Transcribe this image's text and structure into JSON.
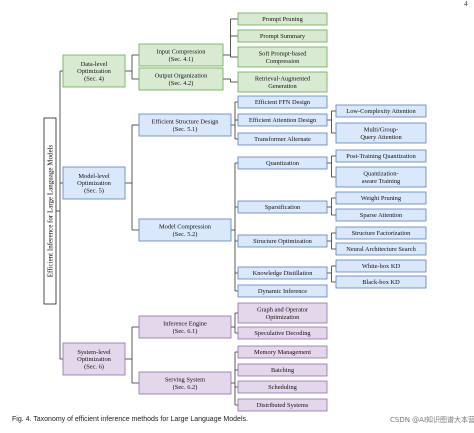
{
  "page_number": "4",
  "caption": "Fig. 4. Taxonomy of efficient inference methods for Large Language Models.",
  "watermark": "CSDN @AI知识图谱大本营",
  "colors": {
    "green_fill": "#d9ead3",
    "green_stroke": "#6aa84f",
    "blue_fill": "#dae8fc",
    "blue_stroke": "#5b7fba",
    "purple_fill": "#e4d7ec",
    "purple_stroke": "#8e6fa8",
    "line": "#333333"
  },
  "diagram": {
    "root": "Efficient Inference for Large Language Models",
    "nodes": {
      "data_level": [
        "Data-level",
        "Optimization",
        "(Sec. 4)"
      ],
      "model_level": [
        "Model-level",
        "Optimization",
        "(Sec. 5)"
      ],
      "system_level": [
        "System-level",
        "Optimization",
        "(Sec. 6)"
      ],
      "input_compression": [
        "Input Compression",
        "(Sec. 4.1)"
      ],
      "output_organization": [
        "Output Organization",
        "(Sec. 4.2)"
      ],
      "prompt_pruning": [
        "Prompt Pruning"
      ],
      "prompt_summary": [
        "Prompt Summary"
      ],
      "soft_prompt": [
        "Soft Prompt-based",
        "Compression"
      ],
      "retrieval_augmented": [
        "Retrieval-Augmented",
        "Generation"
      ],
      "efficient_structure": [
        "Efficient Structure Design",
        "(Sec. 5.1)"
      ],
      "model_compression": [
        "Model Compression",
        "(Sec. 5.2)"
      ],
      "efficient_ffn": [
        "Efficient FFN Design"
      ],
      "efficient_attention": [
        "Efficient Attention Design"
      ],
      "transformer_alternate": [
        "Transformer Alternate"
      ],
      "low_complexity_attention": [
        "Low-Complexity Attention"
      ],
      "multi_group_query": [
        "Multi/Group-",
        "Query Attention"
      ],
      "quantization": [
        "Quantization"
      ],
      "sparsification": [
        "Sparsification"
      ],
      "structure_optimization": [
        "Structure Optimization"
      ],
      "knowledge_distillation": [
        "Knowledge Distillation"
      ],
      "dynamic_inference": [
        "Dynamic Inference"
      ],
      "post_training_quantization": [
        "Post-Training Quantization"
      ],
      "quantization_aware_training": [
        "Quantization-",
        "aware Training"
      ],
      "weight_pruning": [
        "Weight Pruning"
      ],
      "sparse_attention": [
        "Sparse Attention"
      ],
      "structure_factorization": [
        "Structure Factorization"
      ],
      "neural_architecture_search": [
        "Neural Architecture Search"
      ],
      "white_box_kd": [
        "White-box KD"
      ],
      "black_box_kd": [
        "Black-box KD"
      ],
      "inference_engine": [
        "Inference Engine",
        "(Sec. 6.1)"
      ],
      "serving_system": [
        "Serving System",
        "(Sec. 6.2)"
      ],
      "graph_operator": [
        "Graph and Operator",
        "Optimization"
      ],
      "speculative_decoding": [
        "Speculative Decoding"
      ],
      "memory_management": [
        "Memory Management"
      ],
      "batching": [
        "Batching"
      ],
      "scheduling": [
        "Scheduling"
      ],
      "distributed_systems": [
        "Distributed Systems"
      ]
    }
  }
}
